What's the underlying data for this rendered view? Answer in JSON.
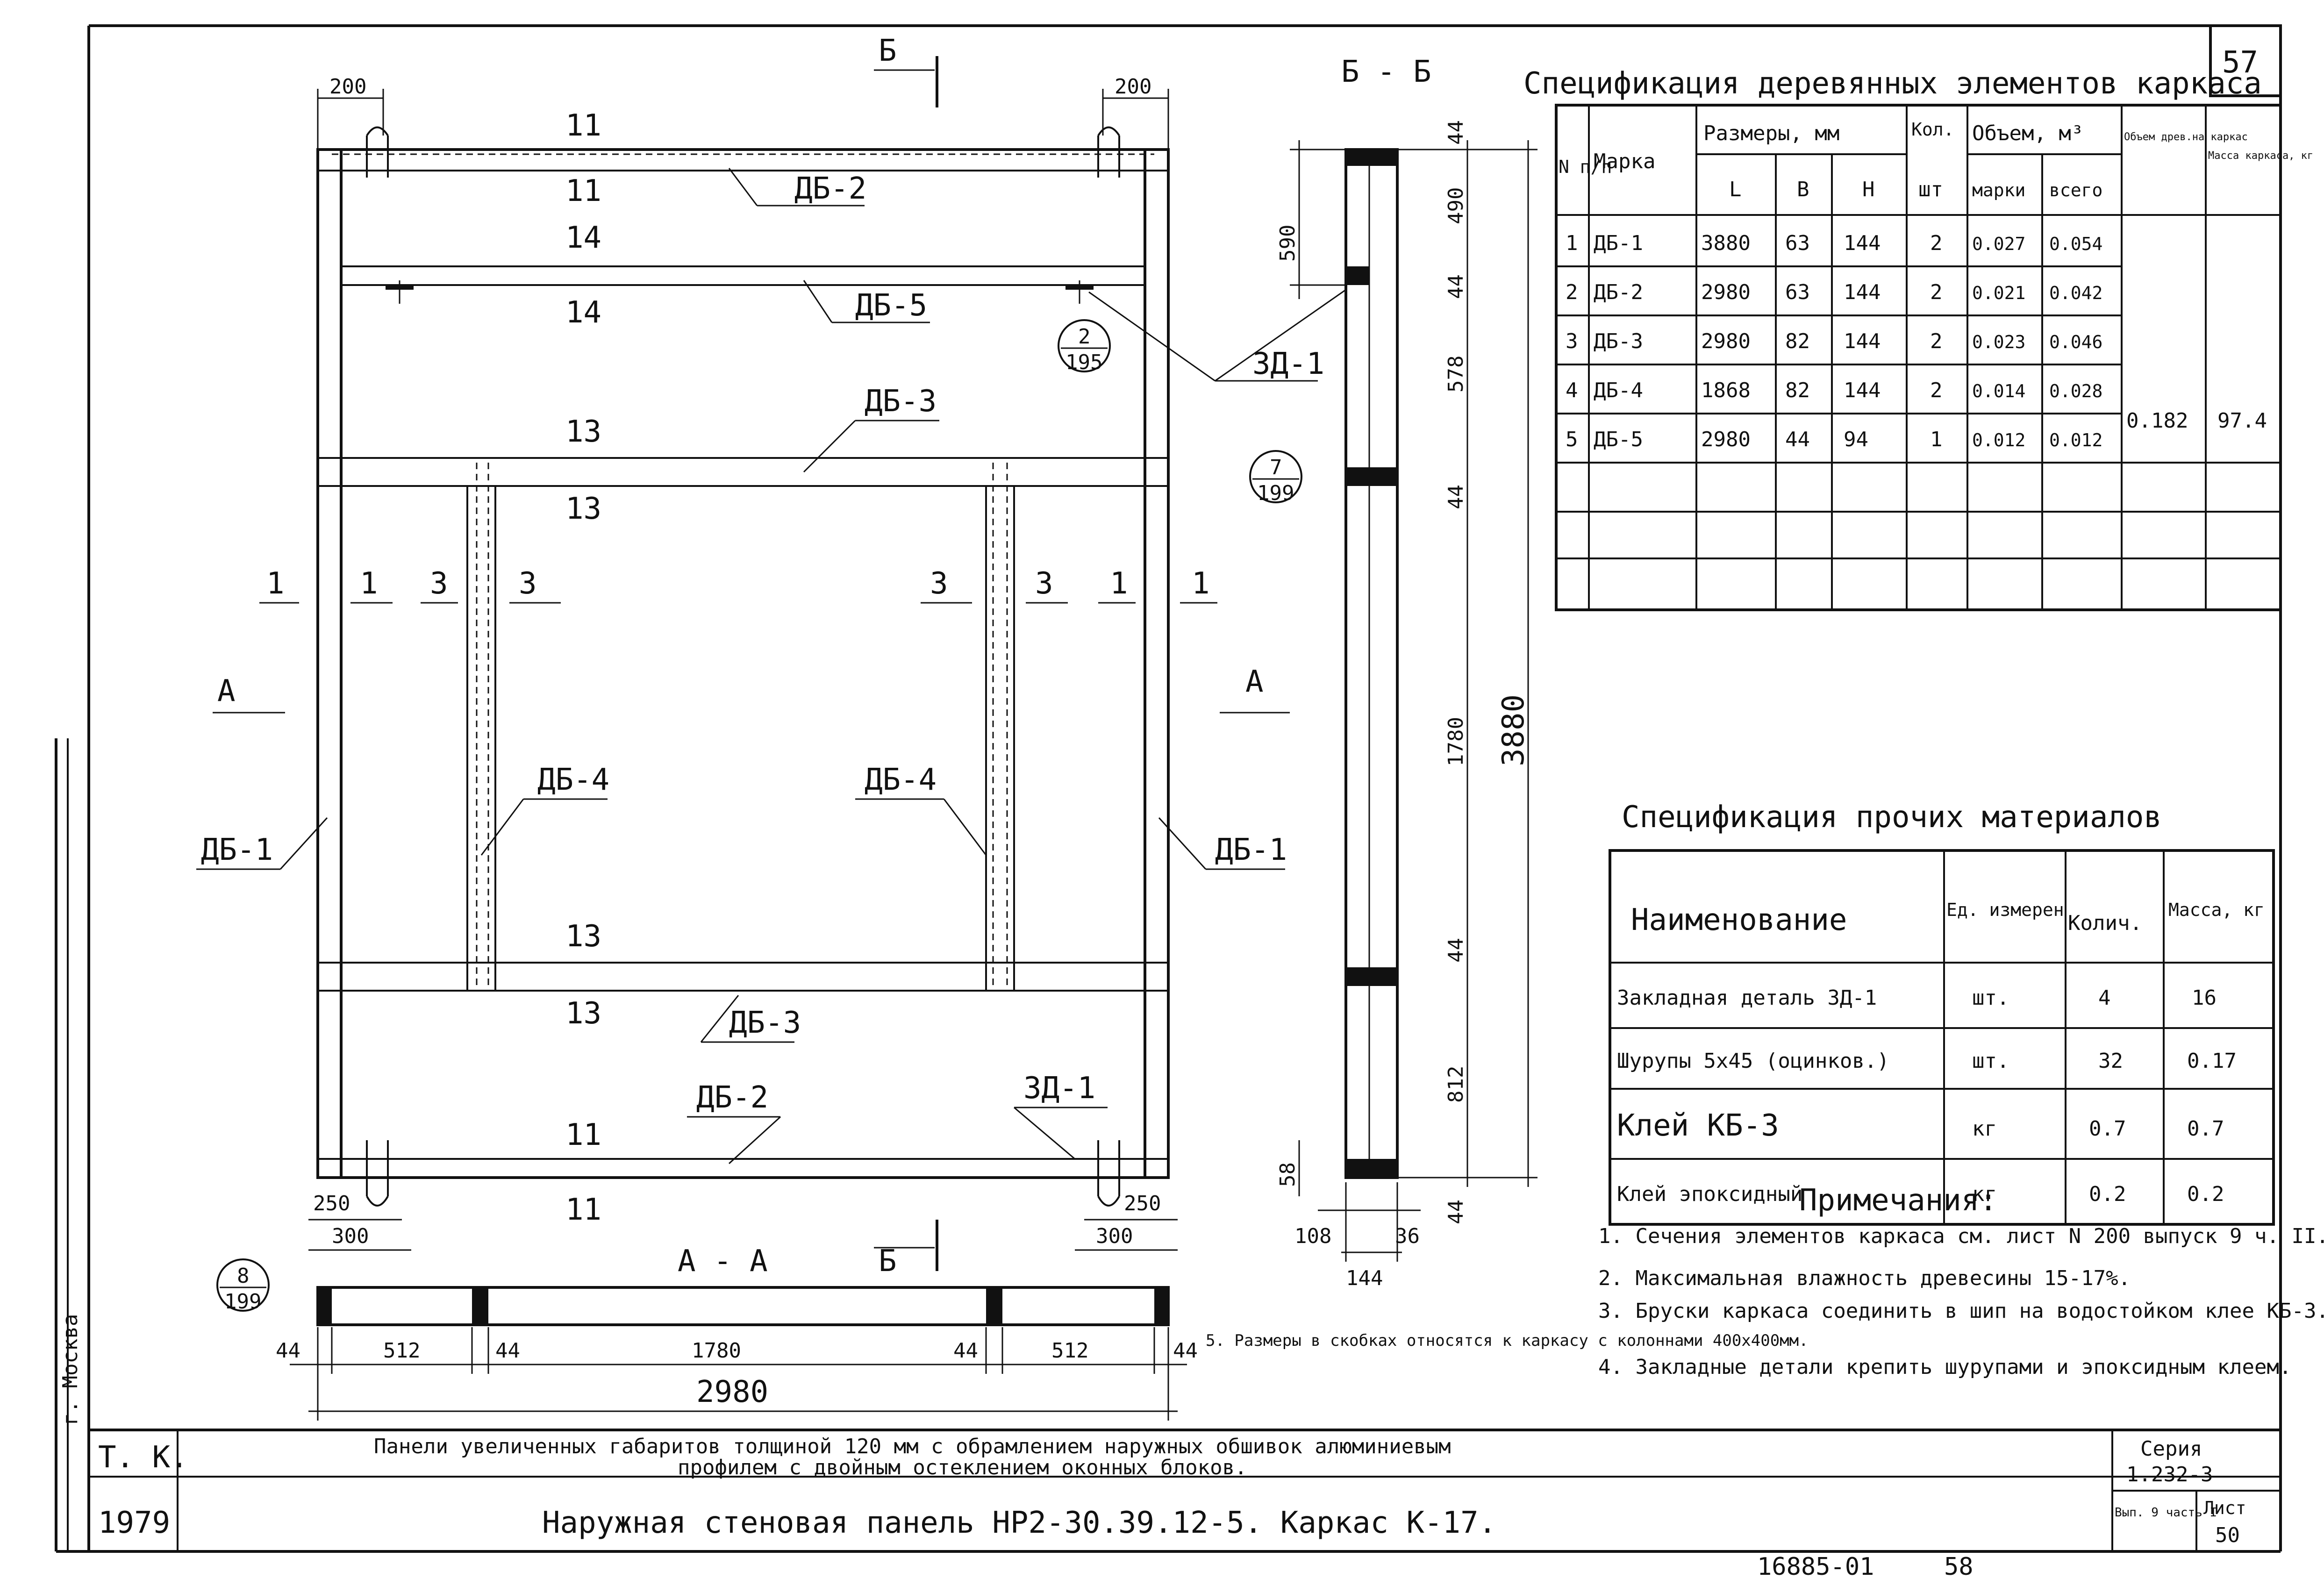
{
  "sheet_number": "57",
  "bottom_numbers": [
    "16885-01",
    "58"
  ],
  "elevation": {
    "top_dims": [
      "200",
      "200"
    ],
    "section_marks_top": [
      "Б"
    ],
    "section_marks_bottom": [
      "Б"
    ],
    "side_marks": [
      "А",
      "А"
    ],
    "labels": [
      "ДБ-2",
      "ДБ-5",
      "ДБ-3",
      "ДБ-4",
      "ДБ-4",
      "ДБ-1",
      "ДБ-1",
      "ДБ-3",
      "ДБ-2",
      "ЗД-1",
      "ЗД-1"
    ],
    "section_nums": [
      "11",
      "11",
      "14",
      "14",
      "13",
      "13",
      "13",
      "13",
      "11",
      "11"
    ],
    "side_nums": [
      "1",
      "1",
      "3",
      "3",
      "3",
      "3",
      "1",
      "1"
    ],
    "callout_1": {
      "top": "2",
      "bottom": "195"
    },
    "callout_2": {
      "top": "7",
      "bottom": "199"
    },
    "callout_3": {
      "top": "8",
      "bottom": "199"
    },
    "bottom_dims_left": [
      "250",
      "300"
    ],
    "bottom_dims_right": [
      "250",
      "300"
    ]
  },
  "section_bb": {
    "title": "Б - Б",
    "dims_right": [
      "44",
      "490",
      "44",
      "578",
      "44",
      "1780",
      "44",
      "812",
      "44"
    ],
    "dims_left": [
      "590",
      "58"
    ],
    "overall": "3880",
    "bottom_dims": [
      "108",
      "36",
      "144"
    ]
  },
  "section_aa": {
    "title": "А - А",
    "dims": [
      "44",
      "512",
      "44",
      "1780",
      "44",
      "512",
      "44"
    ],
    "overall": "2980"
  },
  "spec_wood": {
    "title": "Спецификация деревянных элементов каркаса",
    "headers": {
      "n": "N п/п",
      "mark": "Марка",
      "sizes": "Размеры, мм",
      "L": "L",
      "B": "B",
      "H": "H",
      "qty": "Кол.",
      "qty_unit": "шт",
      "vol": "Объем, м³",
      "vol_mark": "марки",
      "vol_total": "всего",
      "vol_frame": "Объем древ.на каркас",
      "mass": "Масса каркаса, кг"
    },
    "rows": [
      [
        "1",
        "ДБ-1",
        "3880",
        "63",
        "144",
        "2",
        "0.027",
        "0.054"
      ],
      [
        "2",
        "ДБ-2",
        "2980",
        "63",
        "144",
        "2",
        "0.021",
        "0.042"
      ],
      [
        "3",
        "ДБ-3",
        "2980",
        "82",
        "144",
        "2",
        "0.023",
        "0.046"
      ],
      [
        "4",
        "ДБ-4",
        "1868",
        "82",
        "144",
        "2",
        "0.014",
        "0.028"
      ],
      [
        "5",
        "ДБ-5",
        "2980",
        "44",
        "94",
        "1",
        "0.012",
        "0.012"
      ]
    ],
    "frame_volume": "0.182",
    "frame_mass": "97.4"
  },
  "spec_other": {
    "title": "Спецификация прочих материалов",
    "headers": [
      "Наименование",
      "Ед. измерен",
      "Колич.",
      "Масса, кг"
    ],
    "rows": [
      [
        "Закладная деталь ЗД-1",
        "шт.",
        "4",
        "16"
      ],
      [
        "Шурупы 5x45 (оцинков.)",
        "шт.",
        "32",
        "0.17"
      ],
      [
        "Клей КБ-3",
        "кг",
        "0.7",
        "0.7"
      ],
      [
        "Клей эпоксидный",
        "кг",
        "0.2",
        "0.2"
      ]
    ]
  },
  "notes": {
    "title": "Примечания:",
    "items": [
      "1. Сечения элементов каркаса см. лист N 200 выпуск 9 ч. II.",
      "2. Максимальная влажность древесины 15-17%.",
      "3. Бруски каркаса соединить в шип на водостойком клее КБ-3.",
      "4. Закладные детали крепить шурупами и эпоксидным клеем.",
      "5. Размеры в скобках относятся к каркасу с колоннами 400x400мм."
    ]
  },
  "title_block": {
    "org": "Т. К.",
    "year": "1979",
    "line1": "Панели увеличенных габаритов толщиной 120 мм с обрамлением наружных обшивок алюминиевым",
    "line2": "профилем с двойным остеклением оконных блоков.",
    "line3": "Наружная стеновая панель НР2-30.39.12-5. Каркас К-17.",
    "series_label": "Серия",
    "series": "1.232-3",
    "issue_label": "Вып. 9 часть I",
    "sheet_label": "Лист",
    "sheet": "50"
  },
  "left_stamp": "г. Москва"
}
